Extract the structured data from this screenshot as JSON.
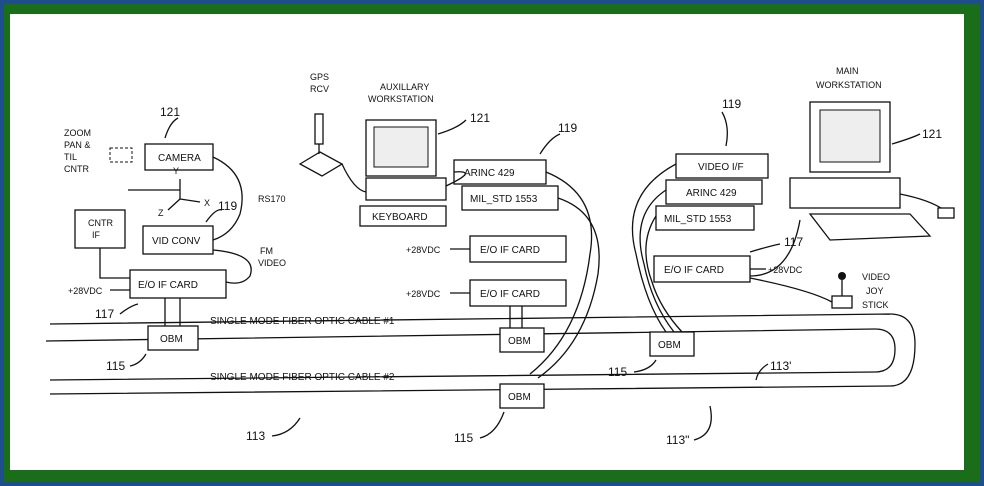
{
  "labels": {
    "camera": "CAMERA",
    "zoom_pan": [
      "ZOOM",
      "PAN &",
      "TIL",
      "CNTR"
    ],
    "cntr_if": [
      "CNTR",
      "IF"
    ],
    "vid_conv": "VID CONV",
    "rs170": "RS170",
    "fm_video": [
      "FM",
      "VIDEO"
    ],
    "eo_card": "E/O IF CARD",
    "v28": "+28VDC",
    "obm": "OBM",
    "gps": [
      "GPS",
      "RCV"
    ],
    "aux_ws": [
      "AUXILLARY",
      "WORKSTATION"
    ],
    "keyboard": "KEYBOARD",
    "arinc": "ARINC 429",
    "mil_std": "MIL_STD 1553",
    "video_if": "VIDEO I/F",
    "main_ws": [
      "MAIN",
      "WORKSTATION"
    ],
    "joystick": [
      "VIDEO",
      "JOY",
      "STICK"
    ],
    "cable1": "SINGLE MODE FIBER OPTIC CABLE #1",
    "cable2": "SINGLE MODE FIBER OPTIC CABLE #2",
    "axis_x": "X",
    "axis_y": "Y",
    "axis_z": "Z"
  },
  "refs": {
    "r121": "121",
    "r119": "119",
    "r117": "117",
    "r115": "115",
    "r113": "113",
    "r113p": "113'",
    "r113pp": "113\""
  },
  "colors": {
    "outer": "#1f4e8c",
    "frame": "#1a6e1a",
    "paper": "#ffffff",
    "ink": "#111111"
  }
}
